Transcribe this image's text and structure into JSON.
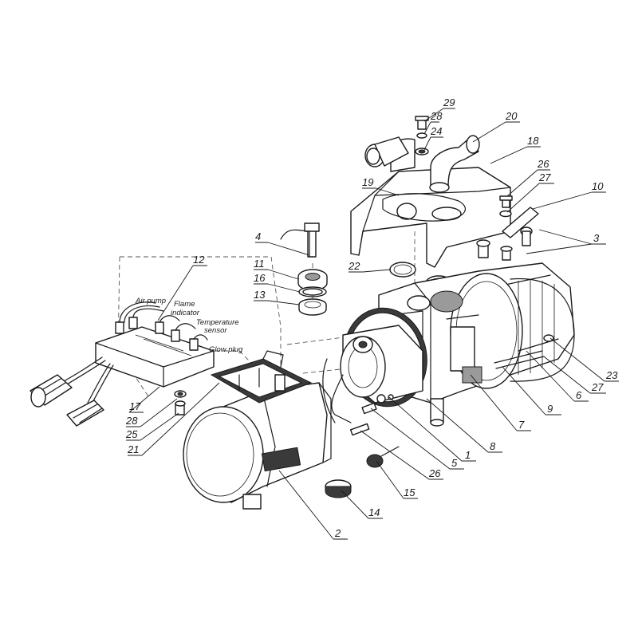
{
  "callouts": [
    {
      "id": "c29",
      "label": "29"
    },
    {
      "id": "c28a",
      "label": "28"
    },
    {
      "id": "c24",
      "label": "24"
    },
    {
      "id": "c20",
      "label": "20"
    },
    {
      "id": "c18",
      "label": "18"
    },
    {
      "id": "c19",
      "label": "19"
    },
    {
      "id": "c26a",
      "label": "26"
    },
    {
      "id": "c27a",
      "label": "27"
    },
    {
      "id": "c10",
      "label": "10"
    },
    {
      "id": "c3",
      "label": "3"
    },
    {
      "id": "c4",
      "label": "4"
    },
    {
      "id": "c12",
      "label": "12"
    },
    {
      "id": "c11",
      "label": "11"
    },
    {
      "id": "c16",
      "label": "16"
    },
    {
      "id": "c13",
      "label": "13"
    },
    {
      "id": "c22",
      "label": "22"
    },
    {
      "id": "c17",
      "label": "17"
    },
    {
      "id": "c28b",
      "label": "28"
    },
    {
      "id": "c25",
      "label": "25"
    },
    {
      "id": "c21",
      "label": "21"
    },
    {
      "id": "c23",
      "label": "23"
    },
    {
      "id": "c27b",
      "label": "27"
    },
    {
      "id": "c6",
      "label": "6"
    },
    {
      "id": "c9",
      "label": "9"
    },
    {
      "id": "c7",
      "label": "7"
    },
    {
      "id": "c8",
      "label": "8"
    },
    {
      "id": "c1",
      "label": "1"
    },
    {
      "id": "c5",
      "label": "5"
    },
    {
      "id": "c26b",
      "label": "26"
    },
    {
      "id": "c15",
      "label": "15"
    },
    {
      "id": "c14",
      "label": "14"
    },
    {
      "id": "c2",
      "label": "2"
    }
  ],
  "annotations": {
    "air_pump": "Air pump",
    "flame_indicator_1": "Flame",
    "flame_indicator_2": "indicator",
    "temperature_sensor_1": "Temperature",
    "temperature_sensor_2": "sensor",
    "glow_plug": "Glow plug"
  },
  "icons": [
    "heater-exploded-drawing"
  ]
}
